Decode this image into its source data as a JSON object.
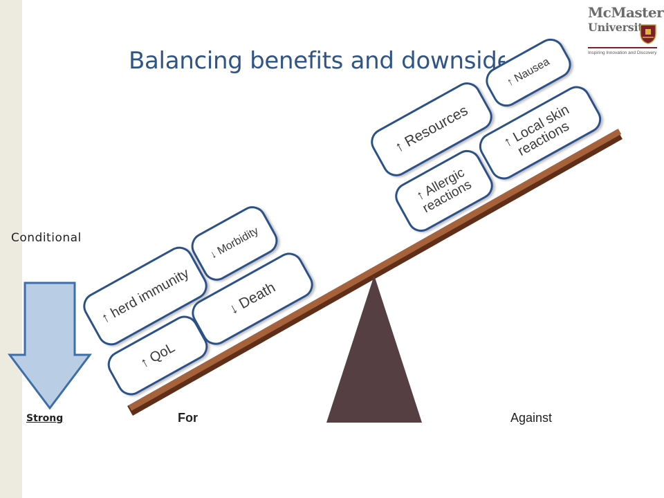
{
  "slide": {
    "title": "Balancing benefits and downsides",
    "title_color": "#2f5486"
  },
  "logo": {
    "line1": "McMaster",
    "line2": "University",
    "tagline": "Inspiring Innovation and Discovery"
  },
  "scale_labels": {
    "conditional": "Conditional",
    "strong": "Strong",
    "for": "For",
    "against": "Against"
  },
  "boxes": {
    "for_side": [
      {
        "label": "↑ herd immunity"
      },
      {
        "label": "↓ Morbidity"
      },
      {
        "label": "↑ QoL"
      },
      {
        "label": "↓ Death"
      }
    ],
    "against_side": [
      {
        "label": "↑ Resources"
      },
      {
        "label": "↑ Nausea"
      },
      {
        "label": "↑ Allergic reactions"
      },
      {
        "label": "↑ Local skin reactions"
      }
    ]
  },
  "colors": {
    "box_border": "#2c5188",
    "beam": "#8b4a2b",
    "fulcrum": "#553f42",
    "arrow_fill": "#b9cde5",
    "arrow_stroke": "#3d6ea8"
  }
}
